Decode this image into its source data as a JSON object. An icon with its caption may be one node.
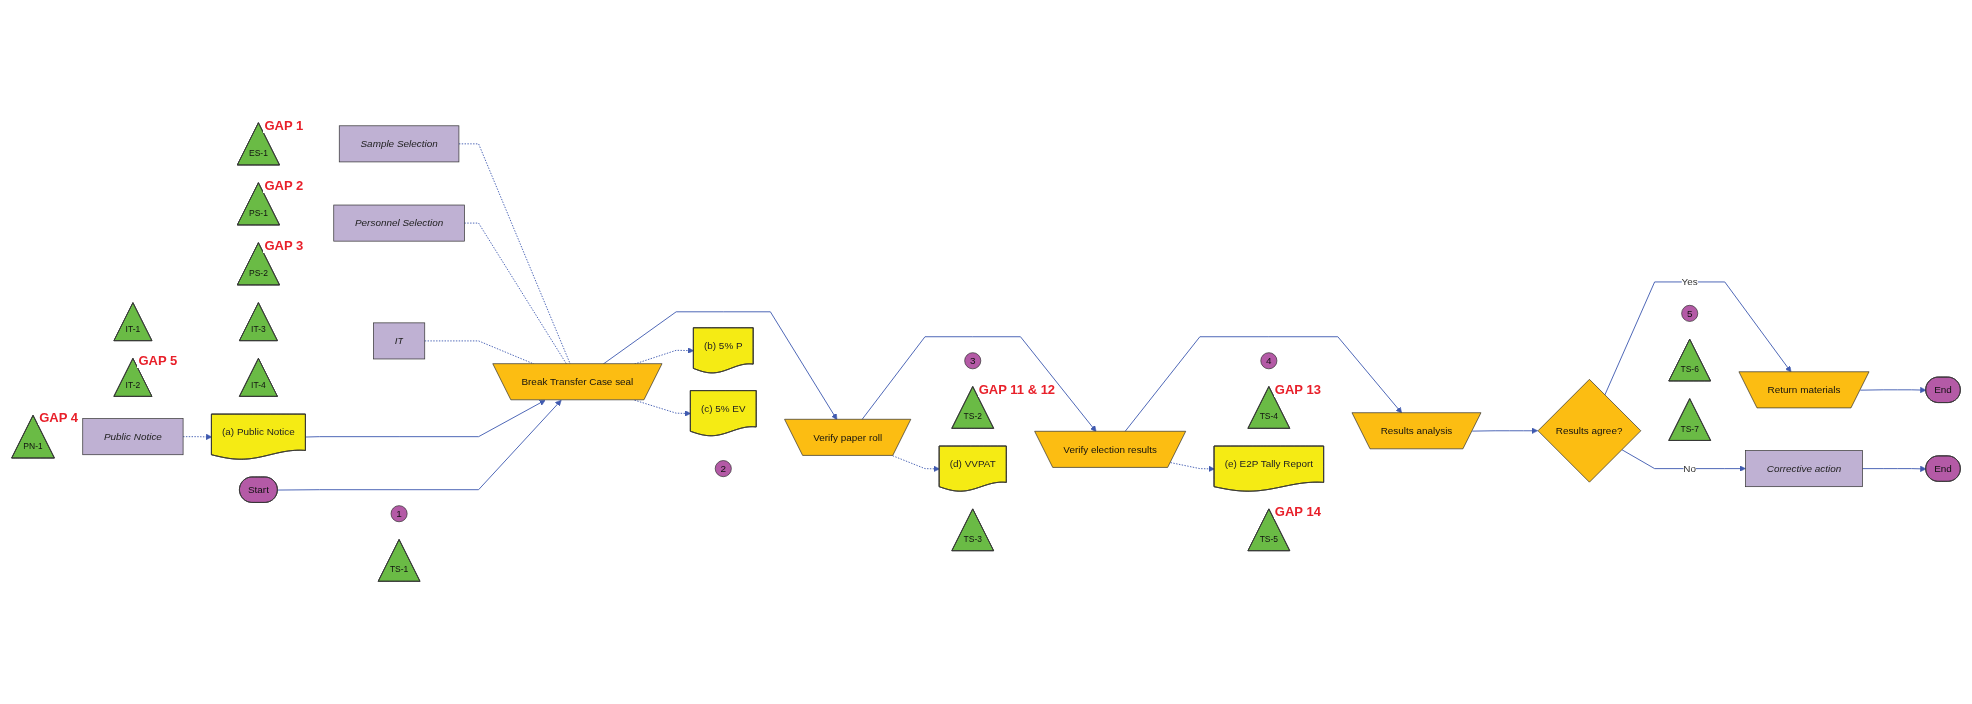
{
  "diagram": {
    "nodes": [
      {
        "text": [
          "ES-1"
        ],
        "beside": [
          "GAP 1"
        ]
      },
      {
        "text": [
          "Sample Selection"
        ]
      },
      {
        "text": [
          "PN-1"
        ],
        "beside": [
          "GAP 4"
        ]
      },
      {
        "text": [
          "Public Notice"
        ]
      },
      {
        "text": [
          "PS-1"
        ],
        "beside": [
          "GAP 2"
        ]
      },
      {
        "text": [
          "PS-2"
        ],
        "beside": [
          "GAP 3"
        ]
      },
      {
        "text": [
          "Personnel Selection"
        ]
      },
      {
        "text": [
          "IT-1"
        ]
      },
      {
        "text": [
          "IT-2"
        ],
        "beside": [
          "GAP 5"
        ]
      },
      {
        "text": [
          "IT-3"
        ]
      },
      {
        "text": [
          "IT-4"
        ]
      },
      {
        "text": [
          "IT"
        ]
      },
      {
        "text": [
          "(a) Public Notice"
        ]
      },
      {
        "text": [
          "Start"
        ]
      },
      {
        "text": [
          "1"
        ]
      },
      {
        "text": [
          "Break Transfer Case seal"
        ]
      },
      {
        "text": [
          "TS-1"
        ]
      },
      {
        "text": [
          "2"
        ]
      },
      {
        "text": [
          "Verify paper roll"
        ]
      },
      {
        "text": [
          "3"
        ]
      },
      {
        "text": [
          "Verify election results"
        ]
      },
      {
        "text": [
          "TS-2"
        ],
        "beside": [
          "GAP 11 & 12"
        ]
      },
      {
        "text": [
          "TS-3"
        ]
      },
      {
        "text": [
          "4"
        ]
      },
      {
        "text": [
          "Results analysis"
        ]
      },
      {
        "text": [
          "TS-4"
        ],
        "beside": [
          "GAP 13"
        ]
      },
      {
        "text": [
          "TS-5"
        ],
        "beside": [
          "GAP 14"
        ]
      },
      {
        "text": [
          "Results agree?"
        ]
      },
      {
        "text": [
          "5"
        ]
      },
      {
        "text": [
          "Return materials"
        ]
      },
      {
        "text": [
          "TS-6"
        ]
      },
      {
        "text": [
          "TS-7"
        ]
      },
      {
        "text": [
          "End"
        ]
      },
      {
        "text": [
          "(b) 5% P"
        ]
      },
      {
        "text": [
          "(c) 5% EV"
        ]
      },
      {
        "text": [
          "(d) VVPAT"
        ]
      },
      {
        "text": [
          "(e) E2P Tally Report"
        ]
      },
      {
        "text": [
          "Corrective action"
        ]
      },
      {
        "text": [
          "End"
        ]
      }
    ],
    "edges": [
      {
        "from": 3,
        "to": 12,
        "arrow": "to",
        "style": "dashed"
      },
      {
        "from": 1,
        "to": 15,
        "arrow": "none",
        "style": "dashed"
      },
      {
        "from": 6,
        "to": 15,
        "arrow": "none",
        "style": "dashed"
      },
      {
        "from": 11,
        "to": 15,
        "arrow": "none",
        "style": "dashed"
      },
      {
        "from": 12,
        "to": 15,
        "arrow": "to"
      },
      {
        "from": 13,
        "to": 15,
        "arrow": "to"
      },
      {
        "from": 15,
        "to": 18,
        "arrow": "to"
      },
      {
        "from": 18,
        "to": 20,
        "arrow": "to"
      },
      {
        "from": 20,
        "to": 24,
        "arrow": "to"
      },
      {
        "from": 24,
        "to": 27,
        "arrow": "to"
      },
      {
        "from": 27,
        "to": 29,
        "label": "Yes",
        "arrow": "to"
      },
      {
        "from": 29,
        "to": 32,
        "arrow": "to"
      },
      {
        "from": 15,
        "to": 33,
        "arrow": "to",
        "style": "dashed"
      },
      {
        "from": 15,
        "to": 34,
        "arrow": "to",
        "style": "dashed"
      },
      {
        "from": 18,
        "to": 35,
        "arrow": "to",
        "style": "dashed"
      },
      {
        "from": 20,
        "to": 36,
        "arrow": "to",
        "style": "dashed"
      },
      {
        "from": 27,
        "to": 37,
        "label": "No",
        "arrow": "to"
      },
      {
        "from": 37,
        "to": 38,
        "arrow": "to"
      }
    ]
  }
}
